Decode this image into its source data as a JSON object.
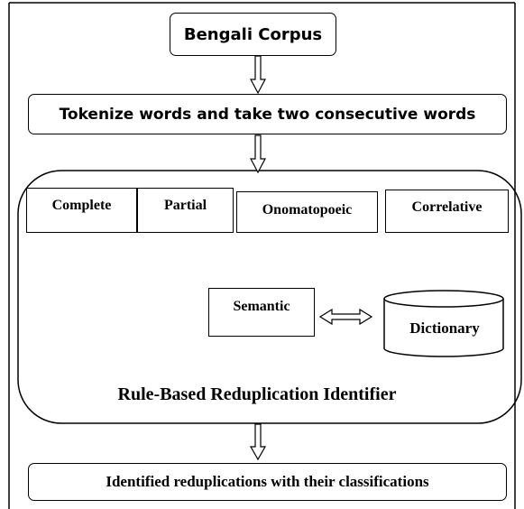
{
  "diagram": {
    "corpus": "Bengali Corpus",
    "tokenize": "Tokenize words and take  two consecutive words",
    "categories": [
      "Complete",
      "Partial",
      "Onomatopoeic",
      "Correlative"
    ],
    "semantic": "Semantic",
    "dictionary": "Dictionary",
    "identifier_label": "Rule-Based Reduplication Identifier",
    "output": "Identified reduplications with their classifications"
  }
}
